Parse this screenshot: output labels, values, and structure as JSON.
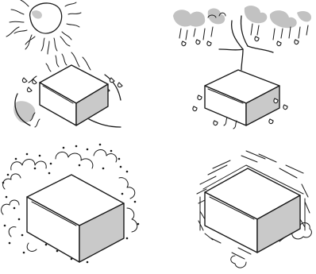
{
  "panels": [
    {
      "id": "sun",
      "icon": "sun-heat-icon"
    },
    {
      "id": "rain",
      "icon": "rain-clouds-icon"
    },
    {
      "id": "dust",
      "icon": "dust-cloud-icon"
    },
    {
      "id": "vibration",
      "icon": "vibration-icon"
    }
  ],
  "colors": {
    "ink": "#1a1a1a",
    "shade": "#c8c8c8",
    "background": "#ffffff"
  }
}
